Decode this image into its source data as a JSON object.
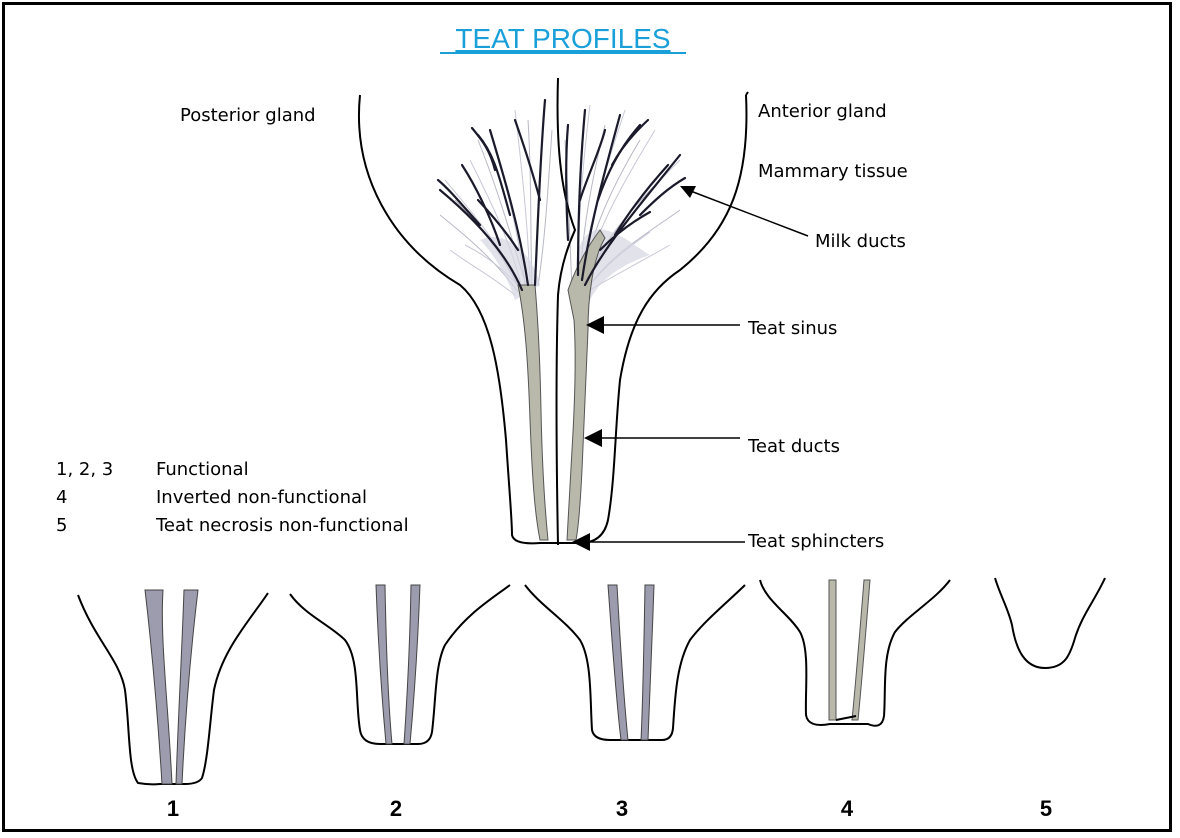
{
  "title": "TEAT PROFILES",
  "labels": {
    "posterior_gland": "Posterior gland",
    "anterior_gland": "Anterior gland",
    "mammary_tissue": "Mammary tissue",
    "milk_ducts": "Milk ducts",
    "teat_sinus": "Teat sinus",
    "teat_ducts": "Teat ducts",
    "teat_sphincters": "Teat sphincters"
  },
  "legend": [
    {
      "key": "1, 2, 3",
      "text": "Functional"
    },
    {
      "key": "4",
      "text": "Inverted non-functional"
    },
    {
      "key": "5",
      "text": "Teat necrosis non-functional"
    }
  ],
  "profiles": [
    "1",
    "2",
    "3",
    "4",
    "5"
  ],
  "colors": {
    "title": "#1aa0d8",
    "duct": "#9c9cae",
    "tissue": "#c8c8d6"
  }
}
